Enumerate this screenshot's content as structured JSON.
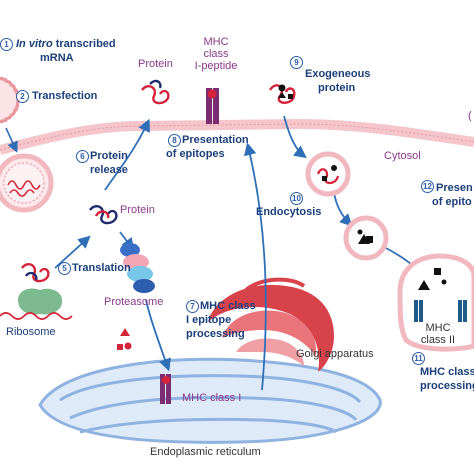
{
  "labels": {
    "in_vitro_italic": "In vitro",
    "in_vitro_rest": "transcribed",
    "mrna": "mRNA",
    "transfection": "Transfection",
    "protein_top": "Protein",
    "mhc_peptide_1": "MHC",
    "mhc_peptide_2": "class",
    "mhc_peptide_3": "I-peptide",
    "presentation_1": "Presentation",
    "presentation_2": "of epitopes",
    "exogeneous_1": "Exogeneous",
    "exogeneous_2": "protein",
    "protein_release_1": "Protein",
    "protein_release_2": "release",
    "cytosol": "Cytosol",
    "protein_mid": "Protein",
    "endocytosis": "Endocytosis",
    "presentation_right_1": "Presen",
    "presentation_right_2": "of epito",
    "translation": "Translation",
    "ribosome": "Ribosome",
    "proteasome": "Proteasome",
    "mhc1_processing_1": "MHC class",
    "mhc1_processing_2": "I epitope",
    "mhc1_processing_3": "processing",
    "golgi": "Golgi apparatus",
    "mhc_class_ii_1": "MHC",
    "mhc_class_ii_2": "class II",
    "mhc_class_i": "MHC class I",
    "mhc_class_proc_1": "MHC class",
    "mhc_class_proc_2": "processing",
    "er": "Endoplasmic reticulum",
    "edge_q": "("
  },
  "steps": {
    "s1": "1",
    "s2": "2",
    "s5": "5",
    "s6": "6",
    "s7": "7",
    "s8": "8",
    "s9": "9",
    "s10": "10",
    "s11": "11",
    "s12": "12"
  },
  "colors": {
    "membrane": "#f4c6cb",
    "membrane_edge": "#e79aa3",
    "nucleus_fill": "#dfeaf8",
    "er_stroke": "#8fb2e0",
    "golgi": "#d8424a",
    "arrow": "#2f6fb8",
    "mrna": "#d42a3c",
    "protein_red": "#d4233b",
    "protein_navy": "#1f2a6e",
    "mhc": "#7b2d72",
    "mhc_ii": "#1e5a8a",
    "ribosome": "#7dba8f",
    "text_blue": "#1c3f7a",
    "text_purple": "#8a3a8c"
  },
  "icons": [
    "mrna-strand-icon",
    "protein-coil-icon",
    "mhc-molecule-icon",
    "ribosome-icon",
    "proteasome-icon",
    "golgi-icon",
    "endosome-icon",
    "lipid-nanoparticle-icon"
  ]
}
